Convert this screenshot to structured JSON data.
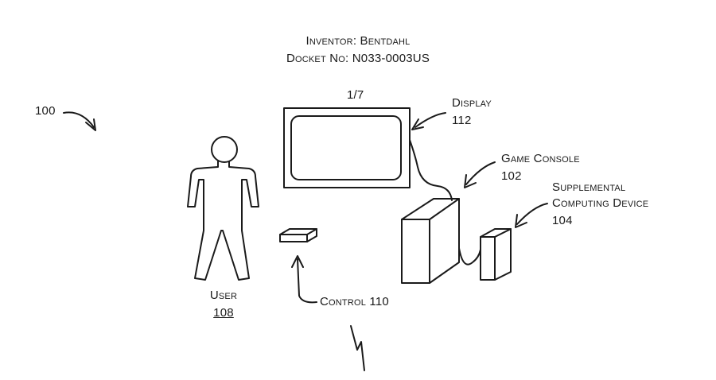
{
  "header": {
    "inventor": "Inventor: Bentdahl",
    "docket": "Docket No: N033-0003US"
  },
  "sheet": "1/7",
  "figure_ref": "100",
  "labels": {
    "display": {
      "name": "Display",
      "number": "112"
    },
    "game_console": {
      "name": "Game Console",
      "number": "102"
    },
    "supplemental": {
      "name_line1": "Supplemental",
      "name_line2": "Computing Device",
      "number": "104"
    },
    "user": {
      "name": "User",
      "number": "108"
    },
    "control": {
      "name": "Control 110"
    }
  }
}
